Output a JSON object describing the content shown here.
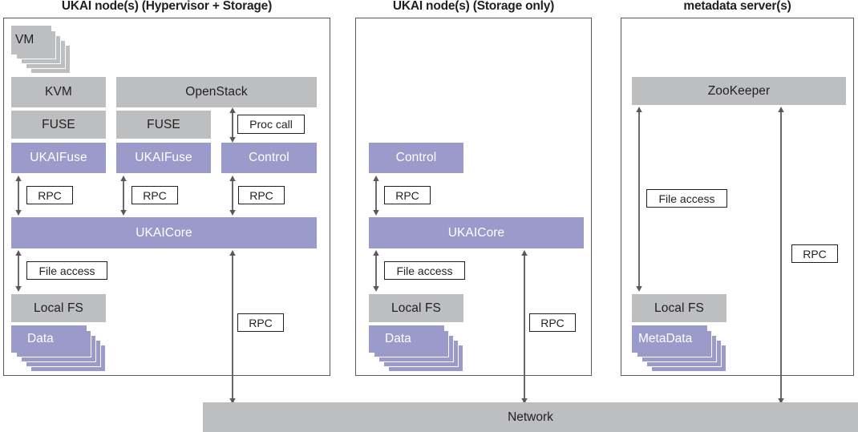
{
  "diagram": {
    "title_hidden": "",
    "colors": {
      "gray_block": "#bcbec0",
      "purple_block": "#9a9acb",
      "panel_border": "#58595b",
      "arrow": "#58595b",
      "text_dark": "#231f20",
      "text_light": "#ffffff"
    },
    "panels": [
      {
        "id": "hypervisor-storage",
        "title": "UKAI node(s) (Hypervisor + Storage)"
      },
      {
        "id": "storage-only",
        "title": "UKAI node(s) (Storage only)"
      },
      {
        "id": "metadata-server",
        "title": "metadata server(s)"
      }
    ],
    "blocks": {
      "vm": "VM",
      "kvm": "KVM",
      "openstack": "OpenStack",
      "fuse_left": "FUSE",
      "fuse_right": "FUSE",
      "ukaifuse_left": "UKAIFuse",
      "ukaifuse_right": "UKAIFuse",
      "control_p1": "Control",
      "ukaicore_p1": "UKAICore",
      "localfs_p1": "Local FS",
      "data_p1": "Data",
      "control_p2": "Control",
      "ukaicore_p2": "UKAICore",
      "localfs_p2": "Local FS",
      "data_p2": "Data",
      "zookeeper": "ZooKeeper",
      "localfs_p3": "Local FS",
      "metadata_p3": "MetaData",
      "network": "Network"
    },
    "labels": {
      "proc_call": "Proc call",
      "rpc_p1_a": "RPC",
      "rpc_p1_b": "RPC",
      "rpc_p1_c": "RPC",
      "file_access_p1": "File access",
      "rpc_p1_net": "RPC",
      "rpc_p2_control": "RPC",
      "file_access_p2": "File access",
      "rpc_p2_net": "RPC",
      "file_access_p3": "File access",
      "rpc_p3_net": "RPC"
    }
  }
}
